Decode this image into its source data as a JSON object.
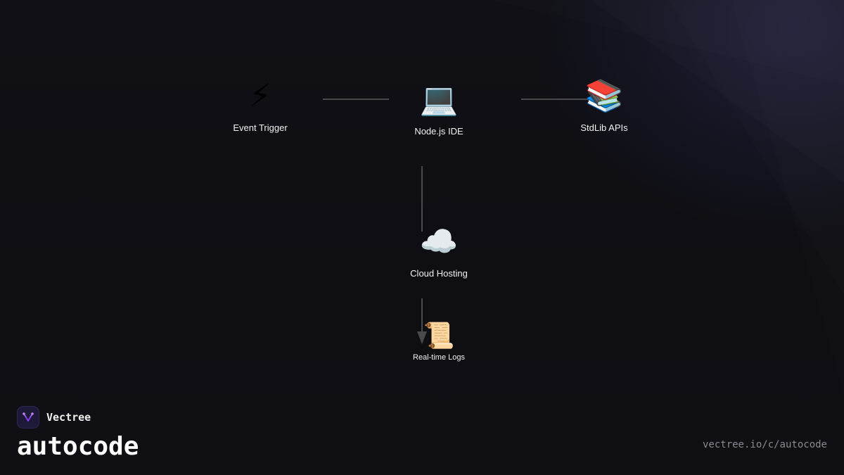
{
  "diagram": {
    "nodes": {
      "event_trigger": {
        "icon": "⚡",
        "icon_name": "lightning-icon",
        "label": "Event Trigger"
      },
      "nodejs_ide": {
        "icon": "💻",
        "icon_name": "laptop-icon",
        "label": "Node.js IDE"
      },
      "stdlib_apis": {
        "icon": "📚",
        "icon_name": "books-icon",
        "label": "StdLib APIs"
      },
      "cloud_hosting": {
        "icon": "☁️",
        "icon_name": "cloud-icon",
        "label": "Cloud Hosting"
      },
      "realtime_logs": {
        "icon": "📜",
        "icon_name": "scroll-icon",
        "label": "Real-time Logs"
      }
    },
    "edges": [
      {
        "from": "event_trigger",
        "to": "nodejs_ide"
      },
      {
        "from": "nodejs_ide",
        "to": "stdlib_apis"
      },
      {
        "from": "nodejs_ide",
        "to": "cloud_hosting"
      },
      {
        "from": "cloud_hosting",
        "to": "realtime_logs",
        "arrow": true
      }
    ],
    "colors": {
      "background": "#0f0f14",
      "edge": "#4a4a4e",
      "label": "#f2f2f2"
    }
  },
  "branding": {
    "company": "Vectree",
    "logo_icon": "vectree-logo-icon",
    "product": "autocode",
    "url": "vectree.io/c/autocode",
    "colors": {
      "logo_bg": "#1c1a38",
      "logo_accent": "#a855f7",
      "url": "#8a8a92"
    }
  }
}
